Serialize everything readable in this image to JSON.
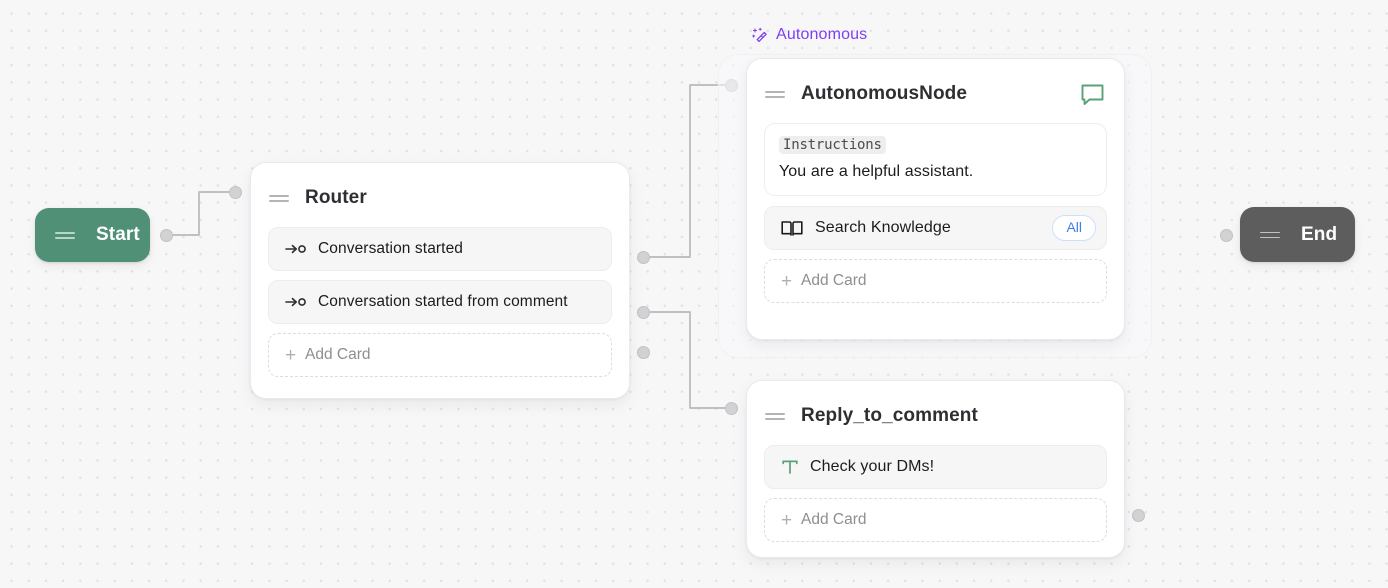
{
  "canvas": {
    "background_color": "#f7f7f8",
    "grid_dot_color": "#e2e2e4"
  },
  "colors": {
    "start_green": "#4f9077",
    "end_gray": "#5d5d5d",
    "group_purple": "#7e3ff2",
    "badge_blue": "#3d7ff0",
    "icon_green": "#5ba077",
    "edge_gray": "#b9b9bb",
    "port_gray": "#d2d2d4"
  },
  "start_node": {
    "label": "Start",
    "grip_icon": "drag-handle-icon"
  },
  "end_node": {
    "label": "End",
    "grip_icon": "drag-handle-icon"
  },
  "router_node": {
    "title": "Router",
    "grip_icon": "drag-handle-icon",
    "cards": [
      {
        "label": "Conversation started",
        "icon": "route-arrow-icon"
      },
      {
        "label": "Conversation started from comment",
        "icon": "route-arrow-icon"
      }
    ],
    "add_card_label": "Add Card",
    "add_card_icon": "plus-icon"
  },
  "autonomous_group": {
    "tag_label": "Autonomous",
    "tag_icon": "magic-wand-icon"
  },
  "autonomous_node": {
    "title": "AutonomousNode",
    "grip_icon": "drag-handle-icon",
    "header_action_icon": "chat-bubble-icon",
    "instructions": {
      "chip_label": "Instructions",
      "text": "You are a helpful assistant."
    },
    "knowledge_card": {
      "label": "Search Knowledge",
      "icon": "open-book-icon",
      "badge": "All"
    },
    "add_card_label": "Add Card",
    "add_card_icon": "plus-icon"
  },
  "reply_node": {
    "title": "Reply_to_comment",
    "grip_icon": "drag-handle-icon",
    "cards": [
      {
        "label": "Check your DMs!",
        "icon": "text-t-icon"
      }
    ],
    "add_card_label": "Add Card",
    "add_card_icon": "plus-icon"
  }
}
